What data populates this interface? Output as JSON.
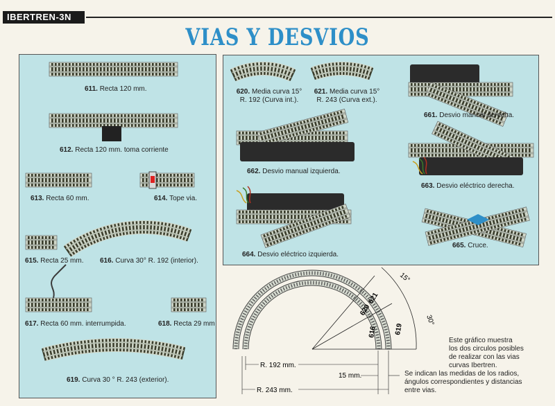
{
  "header": {
    "brand": "IBERTREN-3N",
    "title": "VIAS Y DESVIOS"
  },
  "left_items": [
    {
      "code": "611.",
      "desc": "Recta 120 mm."
    },
    {
      "code": "612.",
      "desc": "Recta 120 mm. toma corriente"
    },
    {
      "code": "613.",
      "desc": "Recta 60 mm."
    },
    {
      "code": "614.",
      "desc": "Tope via."
    },
    {
      "code": "615.",
      "desc": "Recta 25 mm."
    },
    {
      "code": "616.",
      "desc": "Curva 30° R. 192 (interior)."
    },
    {
      "code": "617.",
      "desc": "Recta 60 mm. interrumpida."
    },
    {
      "code": "618.",
      "desc": "Recta 29 mm"
    },
    {
      "code": "619.",
      "desc": "Curva 30 ° R. 243 (exterior)."
    }
  ],
  "right_items": [
    {
      "code": "620.",
      "line1": "Media curva 15°",
      "line2": "R. 192 (Curva int.)."
    },
    {
      "code": "621.",
      "line1": "Media curva 15°",
      "line2": "R. 243 (Curva ext.)."
    },
    {
      "code": "661.",
      "desc": "Desvio manual derecha."
    },
    {
      "code": "662.",
      "desc": "Desvio manual izquierda."
    },
    {
      "code": "663.",
      "desc": "Desvio eléctrico derecha."
    },
    {
      "code": "664.",
      "desc": "Desvio eléctrico izquierda."
    },
    {
      "code": "665.",
      "desc": "Cruce."
    }
  ],
  "diagram": {
    "angle_15": "15°",
    "angle_30": "30°",
    "labels": [
      "621",
      "620",
      "616",
      "619"
    ],
    "r192": "R. 192 mm.",
    "r243": "R. 243 mm.",
    "gap": "15 mm."
  },
  "note": {
    "lines": [
      "Este gráfico muestra",
      "los dos circulos posibles",
      "de realizar con las vias",
      "curvas Ibertren."
    ],
    "lines2": [
      "Se indican las medidas de los radios,",
      "ángulos correspondientes y distancias",
      "entre vias."
    ]
  },
  "colors": {
    "title": "#2e8fc8",
    "panel": "#bfe3e6",
    "rail": "#b9c2b4",
    "sleeper": "#3a3d2c"
  }
}
